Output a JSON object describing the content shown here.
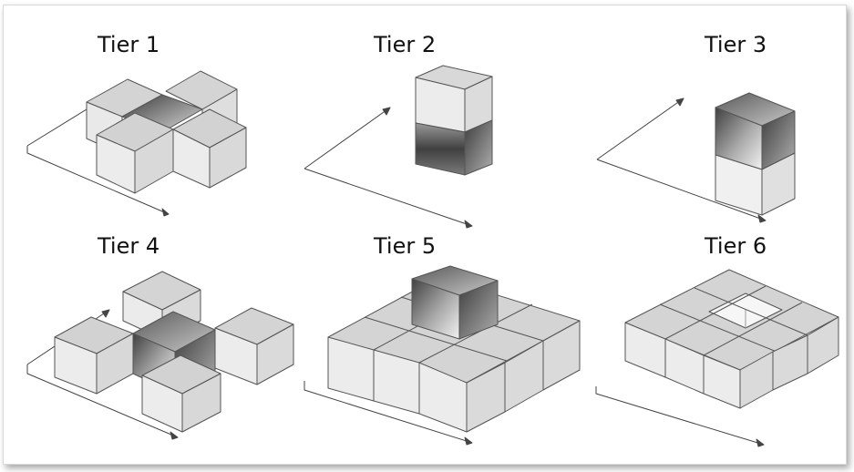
{
  "figure": {
    "tiers": [
      {
        "label": "Tier 1"
      },
      {
        "label": "Tier 2"
      },
      {
        "label": "Tier 3"
      },
      {
        "label": "Tier 4"
      },
      {
        "label": "Tier 5"
      },
      {
        "label": "Tier 6"
      }
    ]
  },
  "colors": {
    "cube_light": "#e4e4e4",
    "cube_top": "#d2d2d2",
    "cube_front": "#ebebeb",
    "cube_side": "#d8d8d8",
    "highlight_dark": "#555555",
    "edge": "#555555",
    "axis": "#444444"
  }
}
